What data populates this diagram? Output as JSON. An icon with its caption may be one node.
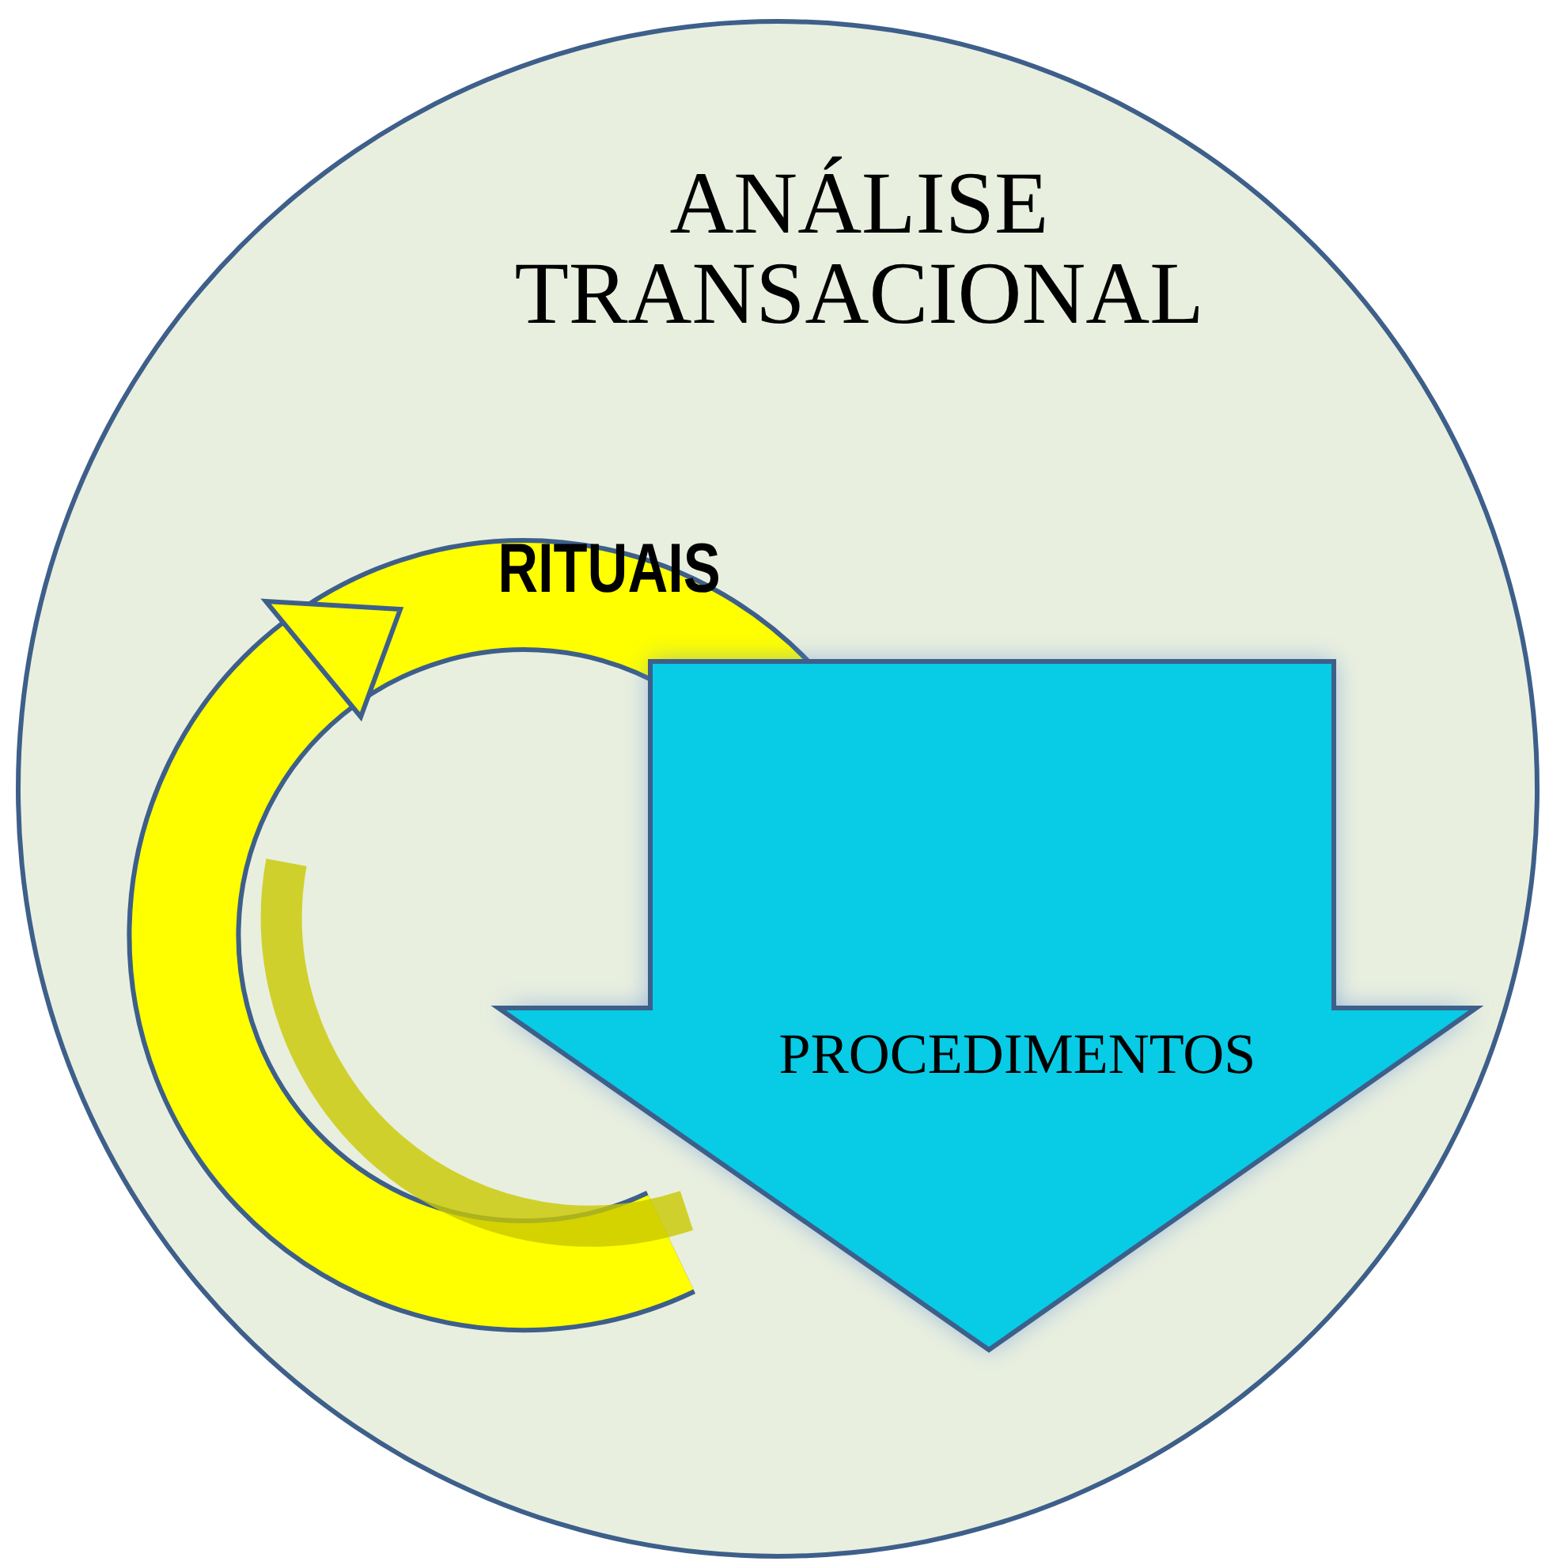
{
  "diagram": {
    "nodes": [
      {
        "text": [
          "ANÁLISE TRANSACIONAL"
        ]
      },
      {
        "text": [
          "RITUAIS"
        ],
        "in": 0
      },
      {
        "text": [
          "PROCEDIMENTOS"
        ],
        "in": 0
      }
    ]
  }
}
